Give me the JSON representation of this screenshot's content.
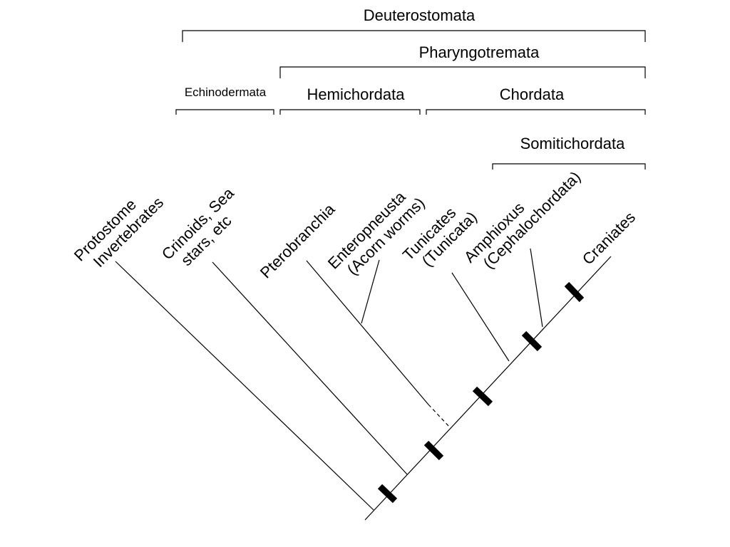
{
  "groups": {
    "deuterostomata": "Deuterostomata",
    "pharyngotremata": "Pharyngotremata",
    "echinodermata": "Echinodermata",
    "hemichordata": "Hemichordata",
    "chordata": "Chordata",
    "somitichordata": "Somitichordata"
  },
  "taxa": {
    "protostome": [
      "Protostome",
      "Invertebrates"
    ],
    "crinoids": [
      "Crinoids, Sea",
      "stars, etc"
    ],
    "pterobranchia": [
      "Pterobranchia"
    ],
    "enteropneusta": [
      "Enteropneusta",
      "(Acorn worms)"
    ],
    "tunicates": [
      "Tunicates",
      "(Tunicata)"
    ],
    "amphioxus": [
      "Amphioxus",
      "(Cephalochordata)"
    ],
    "craniates": [
      "Craniates"
    ]
  }
}
